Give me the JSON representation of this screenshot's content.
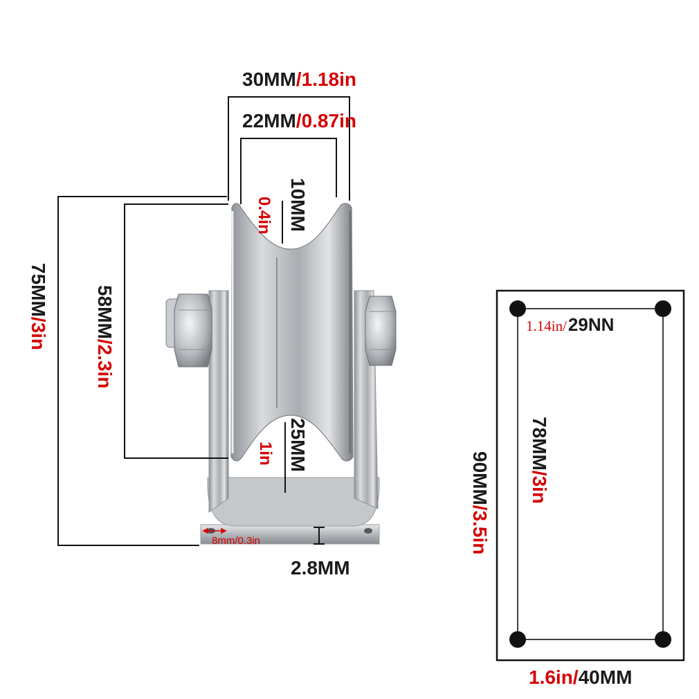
{
  "colors": {
    "metric": "#1a1a1a",
    "imperial": "#d40000",
    "steel": "#b9bcc0",
    "line": "#111111"
  },
  "wheel": {
    "outer_width": {
      "mm": "30MM",
      "inch": "/1.18in"
    },
    "groove_width": {
      "mm": "22MM",
      "inch": "/0.87in"
    },
    "groove_depth": {
      "mm": "10MM",
      "inch": "0.4in"
    },
    "wheel_diameter": {
      "mm": "58MM",
      "inch": "/2.3in"
    },
    "total_height": {
      "mm": "75MM",
      "inch": "/3in"
    },
    "hub_to_base": {
      "mm": "25MM",
      "inch": "1in"
    },
    "mount_hole": {
      "text": "8mm/0.3in"
    },
    "plate_thickness": {
      "mm": "2.8MM"
    }
  },
  "base_plate": {
    "hole_spacing_width": {
      "inch": "1.14in/",
      "mm": "29NN"
    },
    "hole_spacing_length": {
      "mm": "78MM",
      "inch": "/3in"
    },
    "plate_length": {
      "mm": "90MM",
      "inch": "/3.5in"
    },
    "plate_width": {
      "inch": "1.6in/",
      "mm": "40MM"
    }
  }
}
